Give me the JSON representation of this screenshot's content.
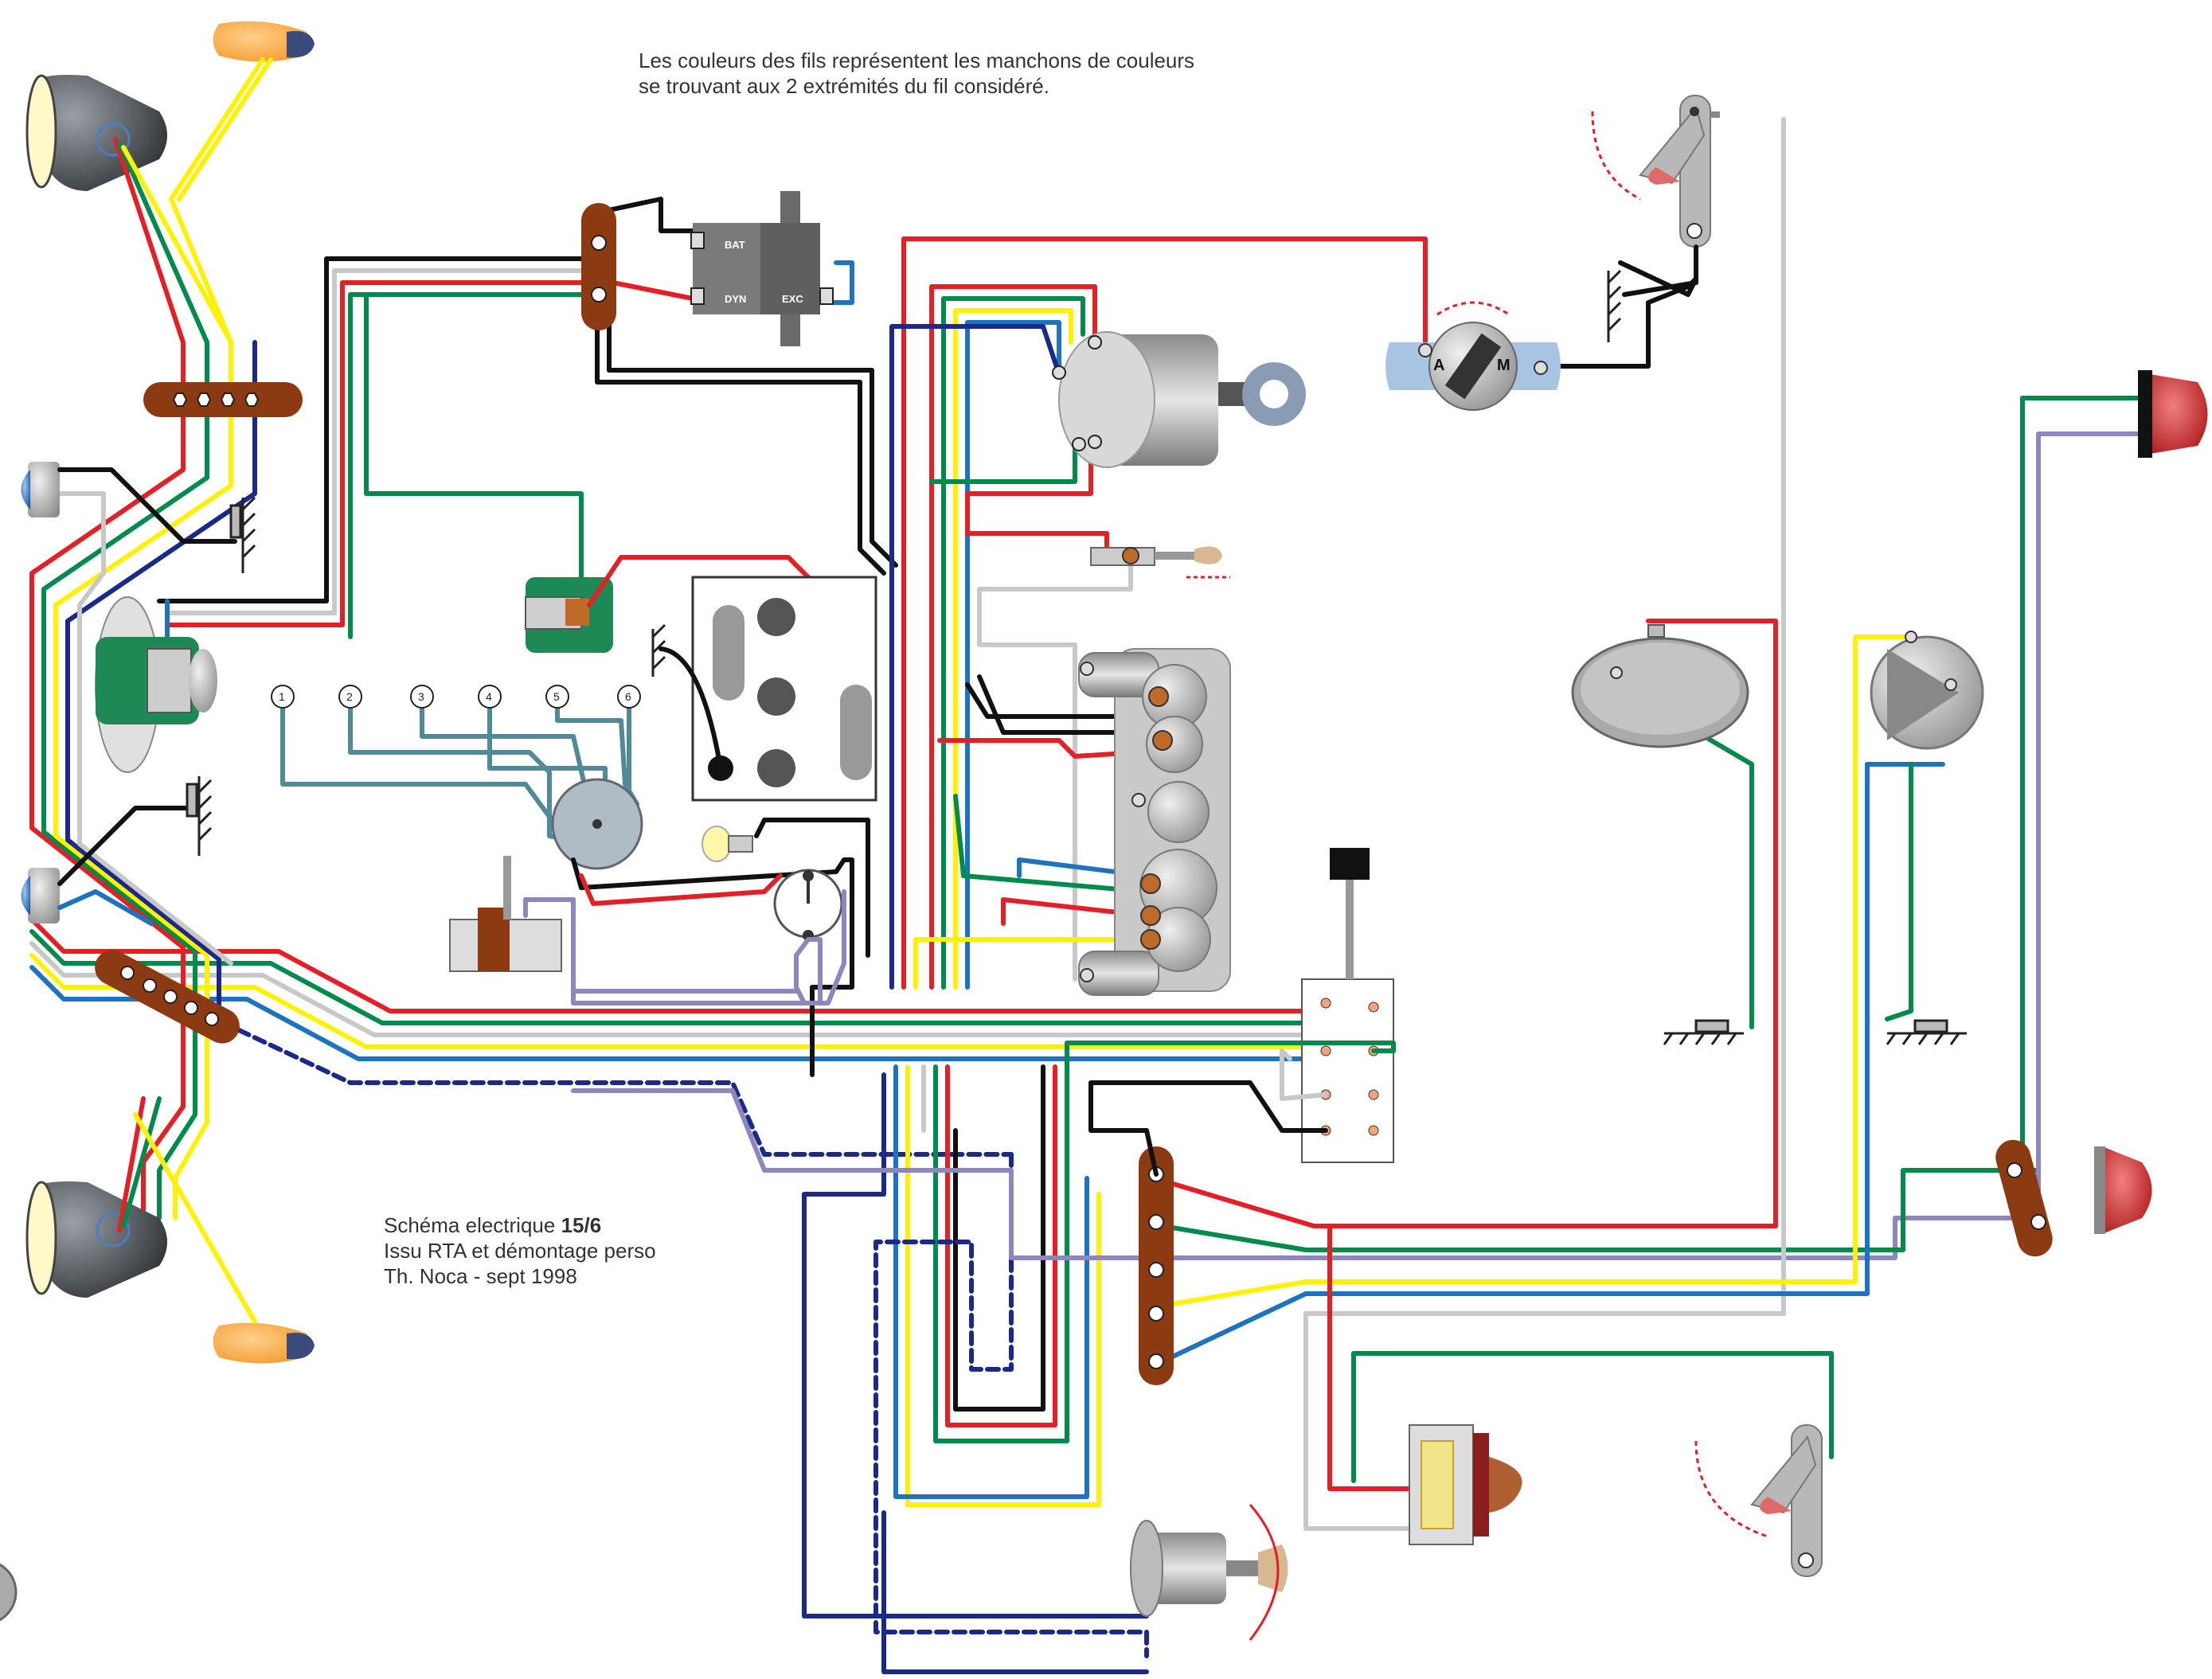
{
  "notes": {
    "top_line1": "Les couleurs des fils représentent les manchons de couleurs",
    "top_line2": "se trouvant aux 2 extrémités du fil considéré.",
    "credit_prefix": "Schéma electrique ",
    "credit_number": "15/6",
    "credit_line2": "Issu RTA et démontage perso",
    "credit_line3": "Th. Noca - sept 1998"
  },
  "regulator": {
    "bat": "BAT",
    "dyn": "DYN",
    "exc": "EXC"
  },
  "switch": {
    "a": "A",
    "m": "M"
  },
  "distributor_numbers": [
    "1",
    "2",
    "3",
    "4",
    "5",
    "6"
  ],
  "colors": {
    "red": "#e41f26",
    "green": "#008a4b",
    "blue": "#1e73be",
    "yellow": "#fff200",
    "black": "#111111",
    "grey": "#c8c8c8",
    "navy": "#1b2a8a",
    "lilac": "#8f86c0",
    "teal": "#4f8a98",
    "brown": "#8b3a12"
  }
}
